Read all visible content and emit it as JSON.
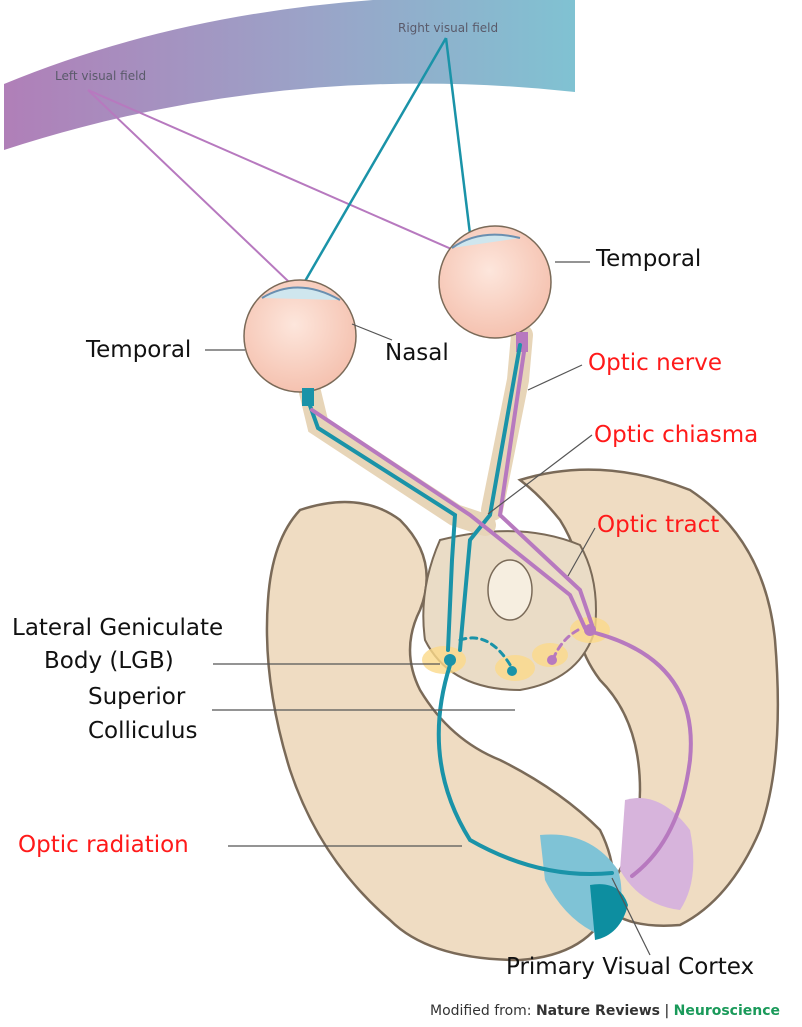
{
  "visual_field": {
    "left": "Left visual field",
    "right": "Right visual field"
  },
  "labels": {
    "temporal_left": "Temporal",
    "nasal": "Nasal",
    "temporal_right": "Temporal",
    "optic_nerve": "Optic nerve",
    "optic_chiasma": "Optic chiasma",
    "optic_tract": "Optic tract",
    "lgb_line1": "Lateral Geniculate",
    "lgb_line2": "Body (LGB)",
    "sc_line1": "Superior",
    "sc_line2": "Colliculus",
    "optic_radiation": "Optic radiation",
    "primary_visual_cortex": "Primary Visual Cortex"
  },
  "credit": {
    "prefix": "Modified from:",
    "journal": "Nature Reviews",
    "separator": "|",
    "section": "Neuroscience"
  },
  "colors": {
    "highlight_label": "#ff1a1a",
    "teal_pathway": "#1a93a8",
    "purple_pathway": "#b779bf",
    "brain_tissue": "#efdcc2",
    "field_left": "#b07fb8",
    "field_right": "#80c2d2"
  }
}
